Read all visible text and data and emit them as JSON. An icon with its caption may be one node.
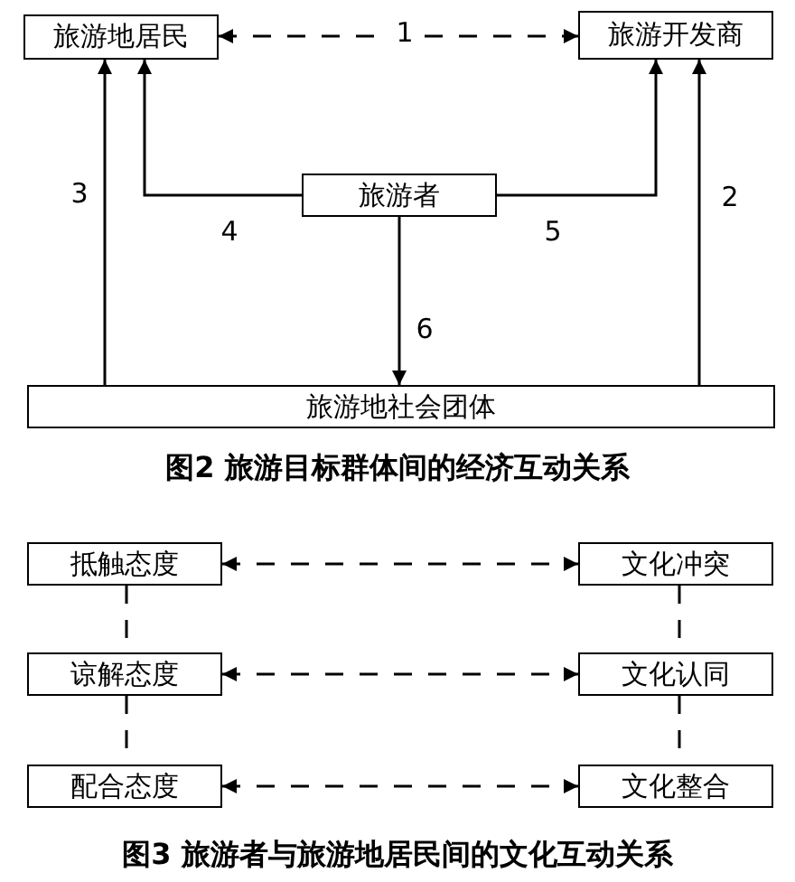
{
  "diagram": {
    "caption": "图3 旅游者与旅游地居民间的文化互动关系",
    "nodes": [
      {
        "text": [
          "旅游地居民"
        ]
      },
      {
        "text": [
          "旅游开发商"
        ]
      },
      {
        "text": [
          "旅游者"
        ]
      },
      {
        "text": [
          "旅游地社会团体"
        ]
      },
      {
        "text": [
          "抵触态度"
        ]
      },
      {
        "text": [
          "文化冲突"
        ]
      },
      {
        "text": [
          "谅解态度"
        ]
      },
      {
        "text": [
          "文化认同"
        ]
      },
      {
        "text": [
          "配合态度"
        ]
      },
      {
        "text": [
          "文化整合"
        ]
      }
    ],
    "edges": [
      {
        "from": 0,
        "to": 1,
        "arrow": "both",
        "label": "1",
        "style": "dashed"
      },
      {
        "from": 3,
        "to": 0,
        "arrow": "to",
        "label": "3"
      },
      {
        "from": 3,
        "to": 1,
        "arrow": "to",
        "label": "2"
      },
      {
        "from": 2,
        "to": 0,
        "arrow": "to",
        "label": "4"
      },
      {
        "from": 2,
        "to": 1,
        "arrow": "to",
        "label": "5"
      },
      {
        "from": 2,
        "to": 3,
        "arrow": "to",
        "label": "6"
      },
      {
        "from": 4,
        "to": 5,
        "arrow": "both",
        "style": "dashed"
      },
      {
        "from": 6,
        "to": 7,
        "arrow": "both",
        "style": "dashed"
      },
      {
        "from": 8,
        "to": 9,
        "arrow": "both",
        "style": "dashed"
      },
      {
        "from": 4,
        "to": 6,
        "arrow": "none",
        "style": "dashed"
      },
      {
        "from": 6,
        "to": 8,
        "arrow": "none",
        "style": "dashed"
      },
      {
        "from": 5,
        "to": 7,
        "arrow": "none",
        "style": "dashed"
      },
      {
        "from": 7,
        "to": 9,
        "arrow": "none",
        "style": "dashed"
      }
    ],
    "labels": [
      "图2 旅游目标群体间的经济互动关系"
    ]
  }
}
